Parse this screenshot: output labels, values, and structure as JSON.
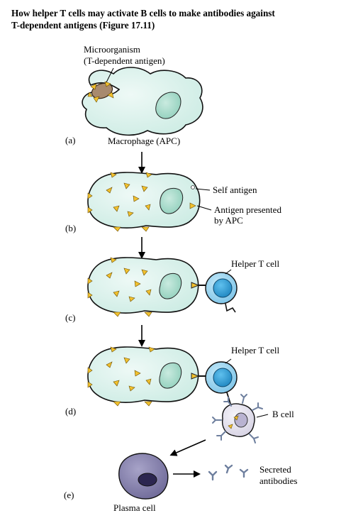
{
  "title": {
    "line1": "How helper T cells may activate B cells to make antibodies against",
    "line2": "T-dependent antigens  (Figure 17.11)"
  },
  "panels": {
    "a": {
      "letter": "(a)",
      "microorganism_line1": "Microorganism",
      "microorganism_line2": "(T-dependent antigen)",
      "macrophage": "Macrophage (APC)"
    },
    "b": {
      "letter": "(b)",
      "self_antigen": "Self antigen",
      "presented_line1": "Antigen presented",
      "presented_line2": "by APC"
    },
    "c": {
      "letter": "(c)",
      "helper_t": "Helper T cell"
    },
    "d": {
      "letter": "(d)",
      "helper_t": "Helper T cell",
      "b_cell": "B cell"
    },
    "e": {
      "letter": "(e)",
      "plasma_cell": "Plasma cell",
      "secreted_line1": "Secreted",
      "secreted_line2": "antibodies"
    }
  },
  "colors": {
    "macrophage_fill": "#d9f2ec",
    "nucleus_fill": "#a9dccb",
    "antigen_yellow": "#f2c12e",
    "microbe_brown": "#a88a6e",
    "helper_t_outer": "#8fd0ee",
    "helper_t_inner": "#2f9ad0",
    "b_cell_fill": "#e6e3ee",
    "plasma_fill": "#8a85ad",
    "antibody": "#6e7f9e"
  }
}
